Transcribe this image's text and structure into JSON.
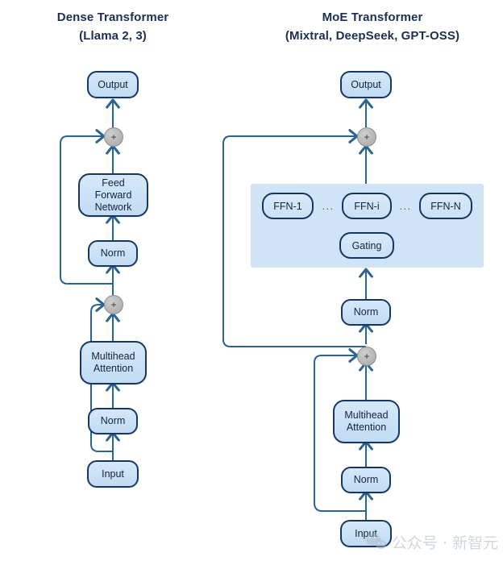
{
  "titles": {
    "left_line1": "Dense Transformer",
    "left_line2": "(Llama 2, 3)",
    "right_line1": "MoE Transformer",
    "right_line2": "(Mixtral, DeepSeek, GPT-OSS)"
  },
  "dense": {
    "output": "Output",
    "add_top": "+",
    "ffn": "Feed Forward\nNetwork",
    "ffn_line1": "Feed Forward",
    "ffn_line2": "Network",
    "norm_upper": "Norm",
    "add_bottom": "+",
    "attention_line1": "Multihead",
    "attention_line2": "Attention",
    "norm_lower": "Norm",
    "input": "Input"
  },
  "moe": {
    "output": "Output",
    "add_top": "+",
    "experts": [
      "FFN-1",
      "FFN-i",
      "FFN-N"
    ],
    "ellipsis": [
      "...",
      "..."
    ],
    "gating": "Gating",
    "norm_upper": "Norm",
    "add_bottom": "+",
    "attention_line1": "Multihead",
    "attention_line2": "Attention",
    "norm_lower": "Norm",
    "input": "Input"
  },
  "watermark": {
    "text": "公众号 · 新智元",
    "icon": "wechat-icon"
  },
  "colors": {
    "node_fill": "#cfe3f6",
    "node_border": "#17375e",
    "panel_fill": "#cfe4f7",
    "wire": "#2a6491",
    "plus_fill": "#b4b4b4",
    "title_text": "#1b2f52",
    "background": "#ffffff"
  },
  "chart_data": {
    "type": "diagram",
    "title": "Dense Transformer vs MoE Transformer block architecture",
    "columns": [
      {
        "name": "Dense Transformer",
        "subtitle": "(Llama 2, 3)",
        "flow": [
          "Input",
          "Norm",
          "Multihead Attention",
          "+",
          "Norm",
          "Feed Forward Network",
          "+",
          "Output"
        ],
        "residuals": [
          {
            "from": "Input",
            "to": "+ (after attention)"
          },
          {
            "from": "+ (after attention)",
            "to": "+ (after FFN)"
          }
        ]
      },
      {
        "name": "MoE Transformer",
        "subtitle": "(Mixtral, DeepSeek, GPT-OSS)",
        "flow": [
          "Input",
          "Norm",
          "Multihead Attention",
          "+",
          "Norm",
          "MoE Layer (FFN-1 ... FFN-i ... FFN-N + Gating)",
          "+",
          "Output"
        ],
        "experts": [
          "FFN-1",
          "FFN-i",
          "FFN-N"
        ],
        "router": "Gating",
        "residuals": [
          {
            "from": "Input",
            "to": "+ (after attention)"
          },
          {
            "from": "+ (after attention)",
            "to": "+ (after MoE)"
          }
        ]
      }
    ]
  }
}
